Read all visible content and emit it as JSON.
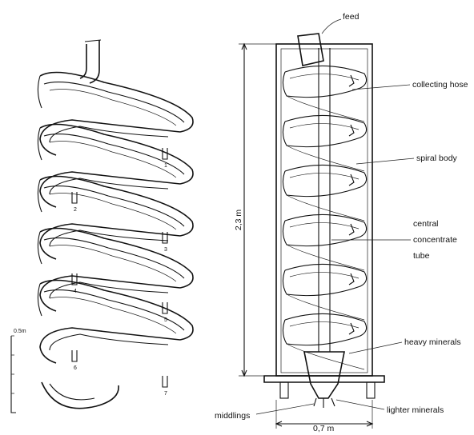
{
  "labels": {
    "feed": "feed",
    "collecting_hose": "collecting hose",
    "spiral_body": "spiral body",
    "central_1": "central",
    "central_2": "concentrate",
    "central_3": "tube",
    "heavy": "heavy minerals",
    "lighter": "lighter minerals",
    "middlings": "middlings",
    "height": "2,3 m",
    "width": "0,7 m",
    "scale": "0.5m"
  },
  "outlets": [
    "1",
    "2",
    "3",
    "4",
    "5",
    "6",
    "7"
  ]
}
